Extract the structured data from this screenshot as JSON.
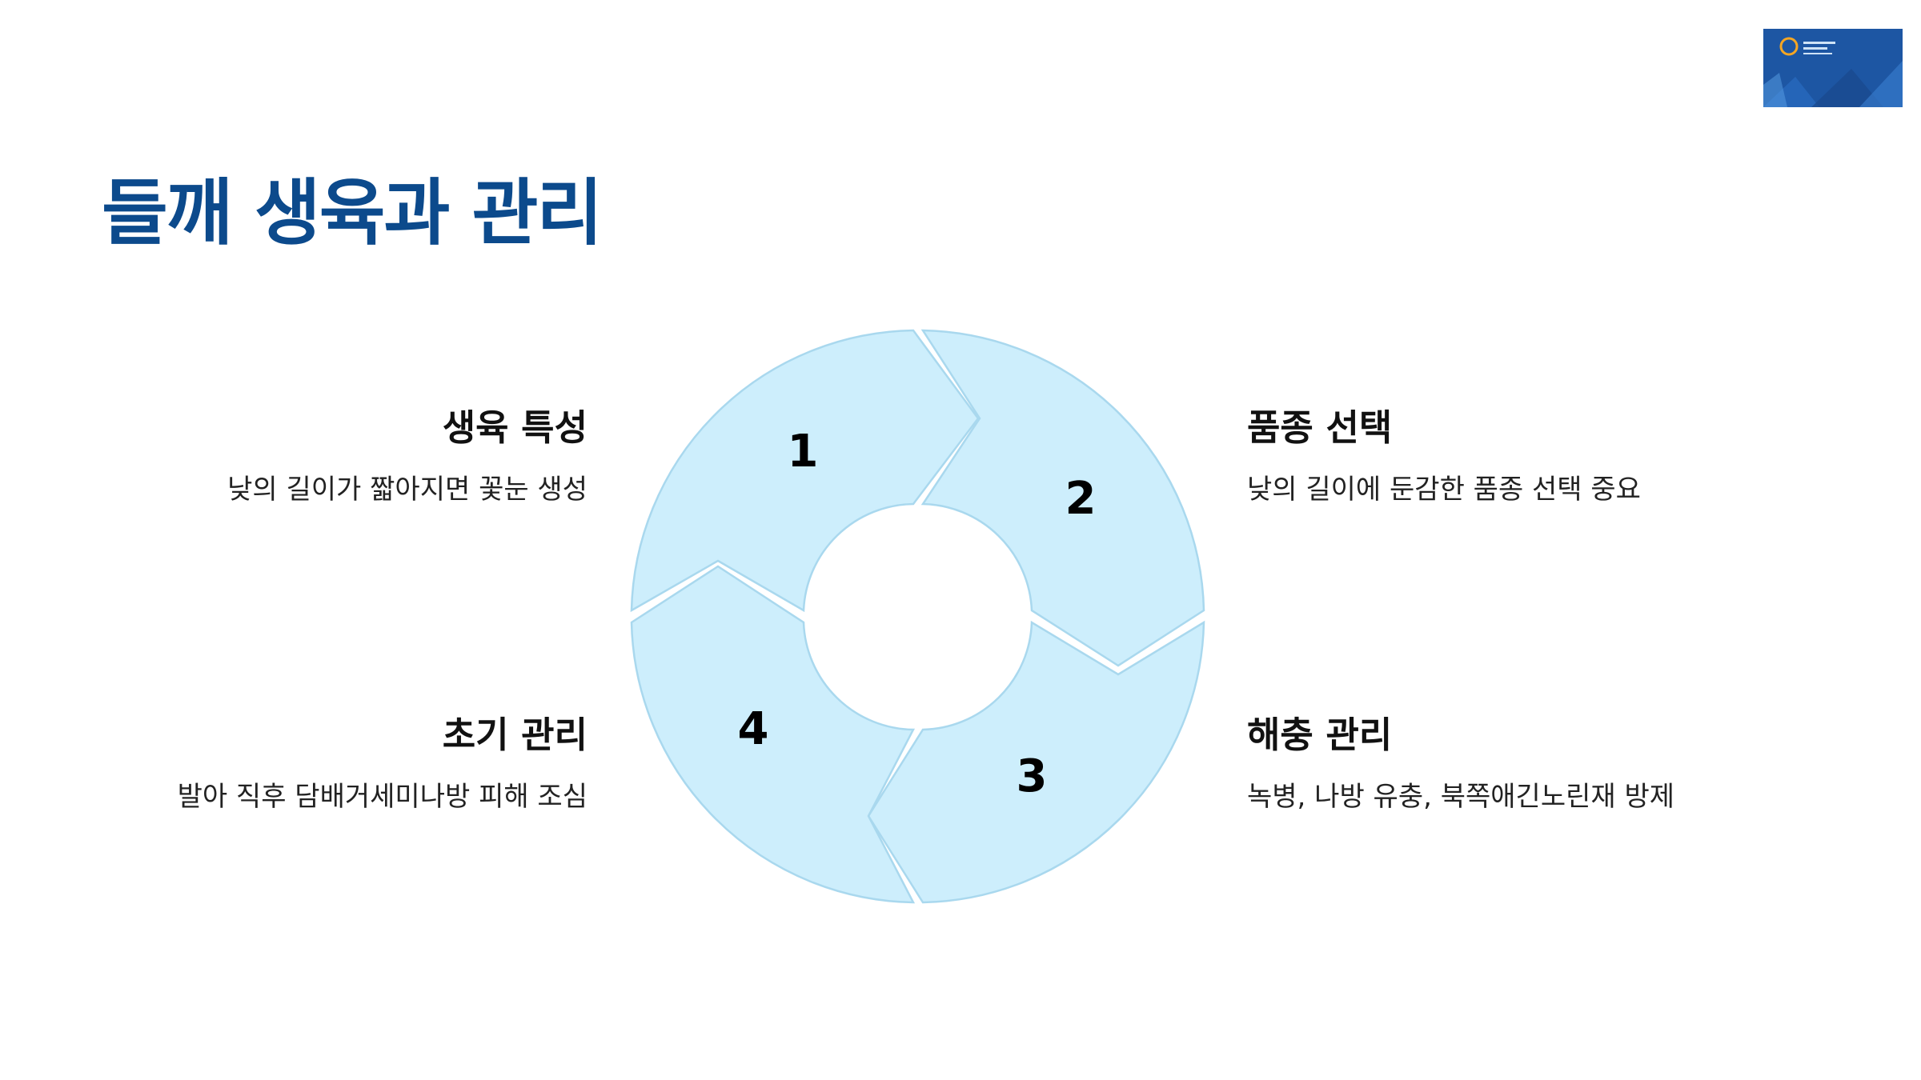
{
  "slide": {
    "title": "들깨 생육과 관리"
  },
  "diagram": {
    "type": "cycle",
    "segment_color": "#cdeefc",
    "segment_border": "#a9d8ee",
    "title_color": "#0c4a8c",
    "steps": [
      {
        "number": "1",
        "title": "생육 특성",
        "description": "낮의 길이가 짧아지면 꽃눈 생성"
      },
      {
        "number": "2",
        "title": "품종 선택",
        "description": "낮의 길이에 둔감한 품종 선택 중요"
      },
      {
        "number": "3",
        "title": "해충 관리",
        "description": "녹병, 나방 유충, 북쪽애긴노린재 방제"
      },
      {
        "number": "4",
        "title": "초기 관리",
        "description": "발아 직후 담배거세미나방 피해 조심"
      }
    ]
  },
  "logo": {
    "icon": "conference-logo-icon",
    "colors": [
      "#1f5fb0",
      "#f5a623"
    ]
  }
}
